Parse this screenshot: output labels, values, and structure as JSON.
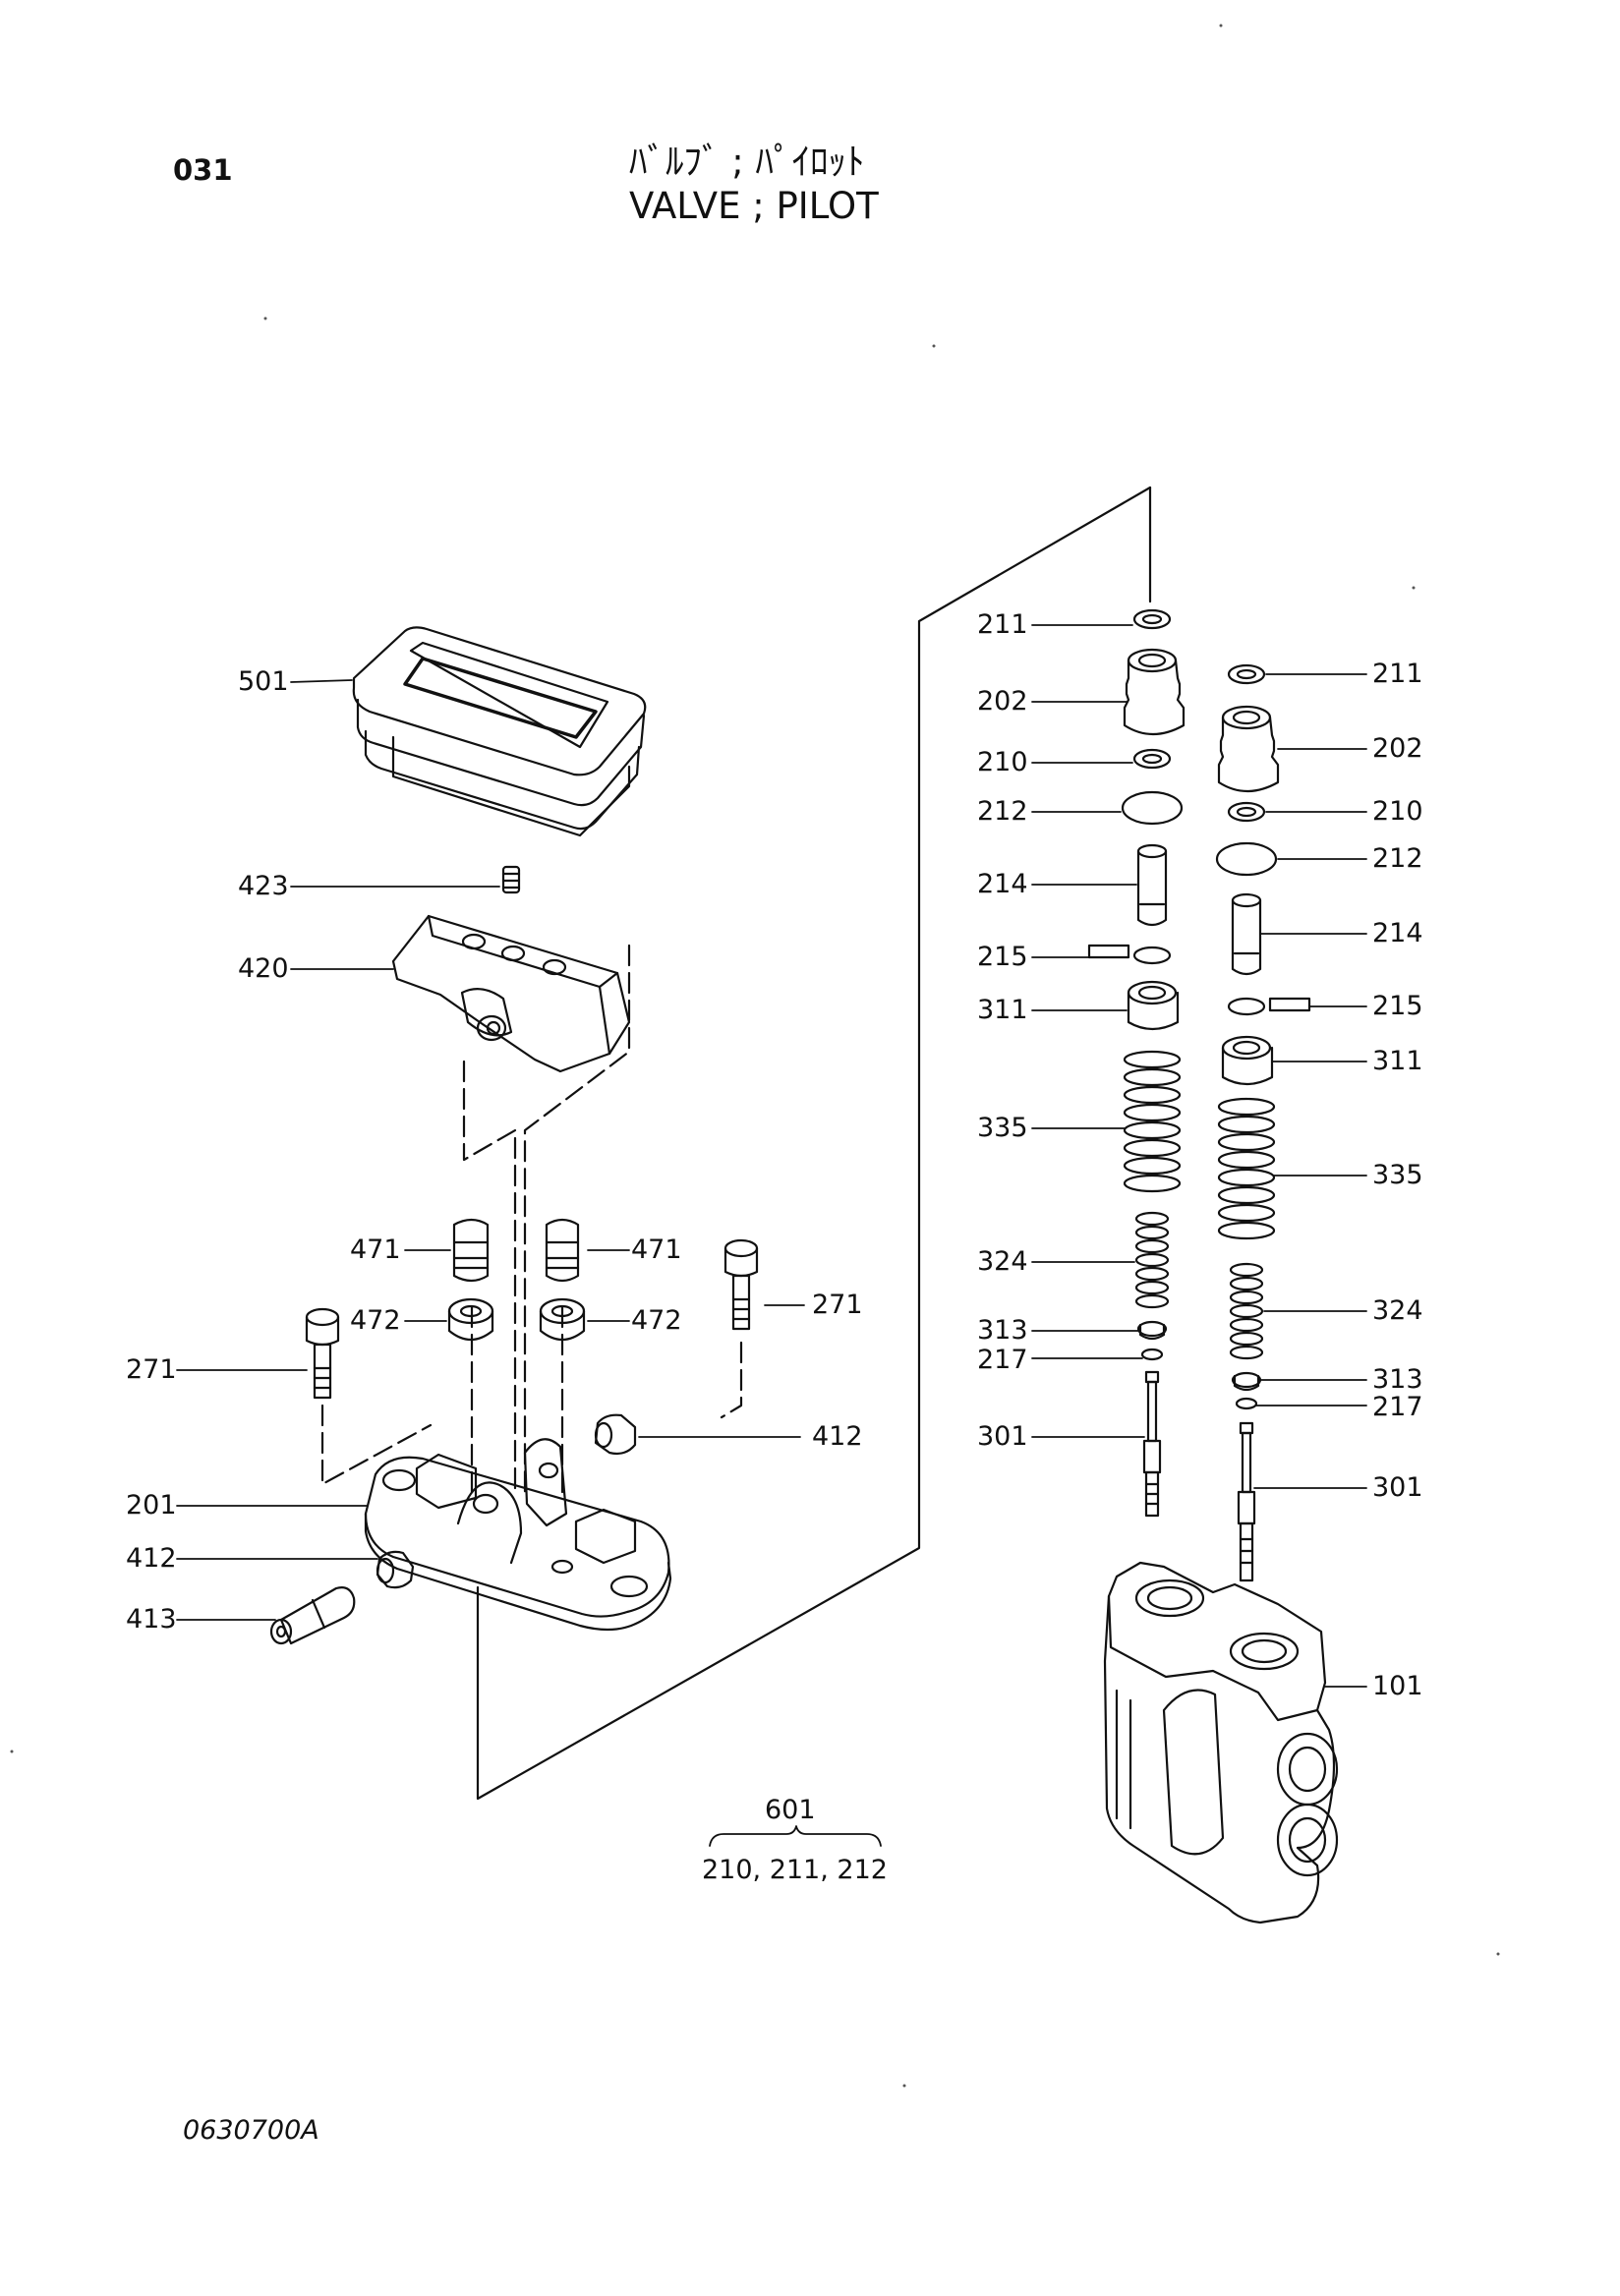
{
  "header": {
    "page_number": "031",
    "title_jp": "ﾊﾞﾙﾌﾞ ; ﾊﾟｲﾛｯﾄ",
    "title_en": "VALVE ; PILOT"
  },
  "footer": {
    "drawing_code": "0630700A"
  },
  "kit": {
    "number": "601",
    "contents": "210, 211, 212"
  },
  "parts": {
    "p101": "101",
    "p201": "201",
    "p202a": "202",
    "p202b": "202",
    "p210a": "210",
    "p210b": "210",
    "p211a": "211",
    "p211b": "211",
    "p212a": "212",
    "p212b": "212",
    "p214a": "214",
    "p214b": "214",
    "p215a": "215",
    "p215b": "215",
    "p217a": "217",
    "p217b": "217",
    "p271a": "271",
    "p271b": "271",
    "p301a": "301",
    "p301b": "301",
    "p311a": "311",
    "p311b": "311",
    "p313a": "313",
    "p313b": "313",
    "p324a": "324",
    "p324b": "324",
    "p335a": "335",
    "p335b": "335",
    "p412a": "412",
    "p412b": "412",
    "p413": "413",
    "p420": "420",
    "p423": "423",
    "p471a": "471",
    "p471b": "471",
    "p472a": "472",
    "p472b": "472",
    "p501": "501"
  }
}
